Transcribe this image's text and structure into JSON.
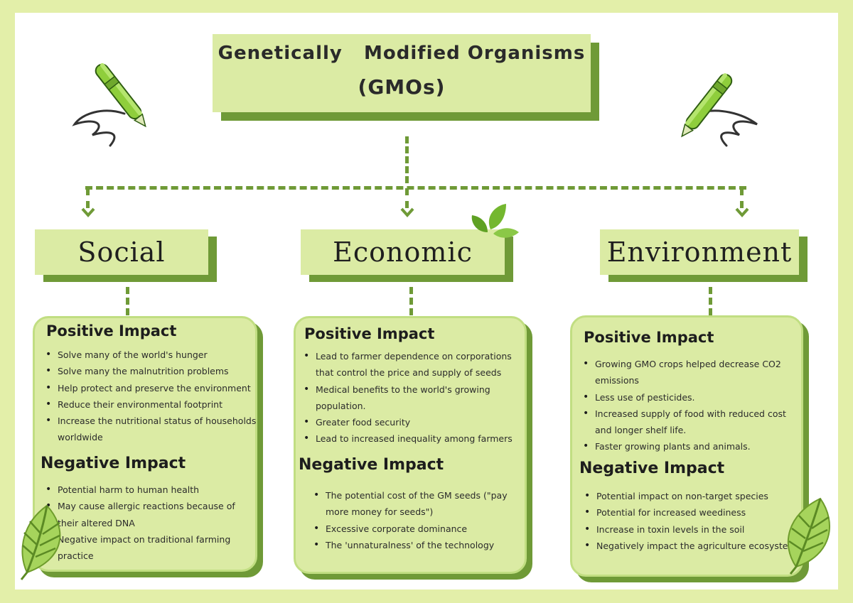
{
  "title": {
    "line1": "Genetically   Modified Organisms",
    "line2": "(GMOs)"
  },
  "categories": [
    {
      "label": "Social",
      "positive_heading": "Positive Impact",
      "positive": [
        "Solve many of the world's hunger",
        "Solve many the malnutrition problems",
        "Help protect and preserve the environment",
        " Reduce their environmental footprint",
        "Increase the nutritional status of households worldwide"
      ],
      "negative_heading": "Negative Impact",
      "negative": [
        "Potential harm to human health",
        "May cause allergic reactions because of their altered DNA",
        "Negative impact on traditional farming practice"
      ]
    },
    {
      "label": "Economic",
      "positive_heading": "Positive Impact",
      "positive": [
        "Lead to farmer dependence on corporations that control the price and supply of seeds",
        "Medical benefits to the world's growing population.",
        " Greater food security",
        "Lead to increased inequality among farmers"
      ],
      "negative_heading": "Negative Impact",
      "negative": [
        "The potential cost of the GM seeds (\"pay more money for seeds\")",
        "Excessive corporate dominance",
        "The 'unnaturalness' of the technology"
      ]
    },
    {
      "label": "Environment",
      "positive_heading": "Positive Impact",
      "positive": [
        " Growing GMO crops helped decrease CO2 emissions",
        "Less use of pesticides.",
        "Increased supply of food with reduced cost and longer shelf life.",
        "Faster growing plants and animals."
      ],
      "negative_heading": "Negative Impact",
      "negative": [
        "Potential impact on non-target species",
        "Potential for increased weediness",
        "Increase in toxin levels in the soil",
        "Negatively impact the agriculture ecosystem."
      ]
    }
  ],
  "icons": [
    "pen-icon",
    "leaf-icon"
  ],
  "colors": {
    "border": "#e3efa9",
    "box_face": "#dbeba4",
    "box_shadow": "#6f9a37",
    "connector": "#6f9a37",
    "pen": "#8fce3c"
  }
}
